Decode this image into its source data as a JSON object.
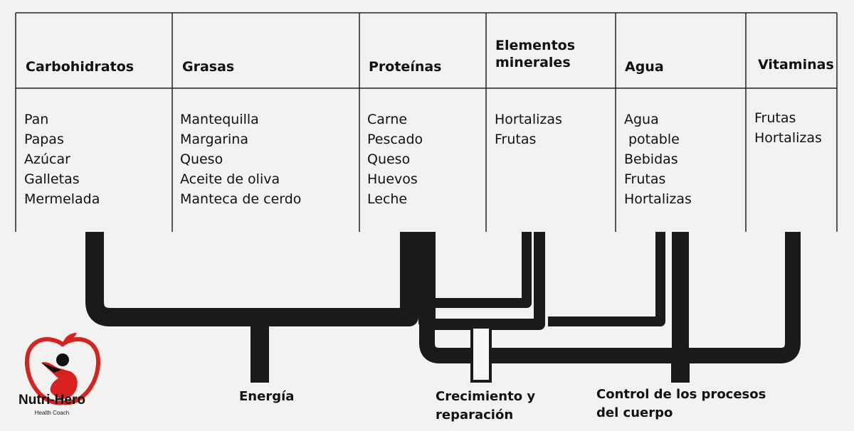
{
  "table": {
    "columns": [
      {
        "header": [
          "Carbohidratos"
        ],
        "items": [
          "Pan",
          "Papas",
          "Azúcar",
          "Galletas",
          "Mermelada"
        ]
      },
      {
        "header": [
          "Grasas"
        ],
        "items": [
          "Mantequilla",
          "Margarina",
          "Queso",
          "Aceite de oliva",
          "Manteca de cerdo"
        ]
      },
      {
        "header": [
          "Proteínas"
        ],
        "items": [
          "Carne",
          "Pescado",
          "Queso",
          "Huevos",
          "Leche"
        ]
      },
      {
        "header": [
          "Elementos",
          "minerales"
        ],
        "items": [
          "Hortalizas",
          "Frutas"
        ]
      },
      {
        "header": [
          "Agua"
        ],
        "items": [
          "Agua",
          "potable",
          "Bebidas",
          "Frutas",
          "Hortalizas"
        ]
      },
      {
        "header": [
          "Vitaminas"
        ],
        "items": [
          "Frutas",
          "Hortalizas"
        ]
      }
    ]
  },
  "outputs": [
    {
      "lines": [
        "Energía"
      ]
    },
    {
      "lines": [
        "Crecimiento y",
        "reparación"
      ]
    },
    {
      "lines": [
        "Control de los procesos",
        "del cuerpo"
      ]
    }
  ],
  "logo": {
    "name": "Nutri-Hero",
    "tagline": "Health Coach",
    "color": "#d8221f"
  }
}
